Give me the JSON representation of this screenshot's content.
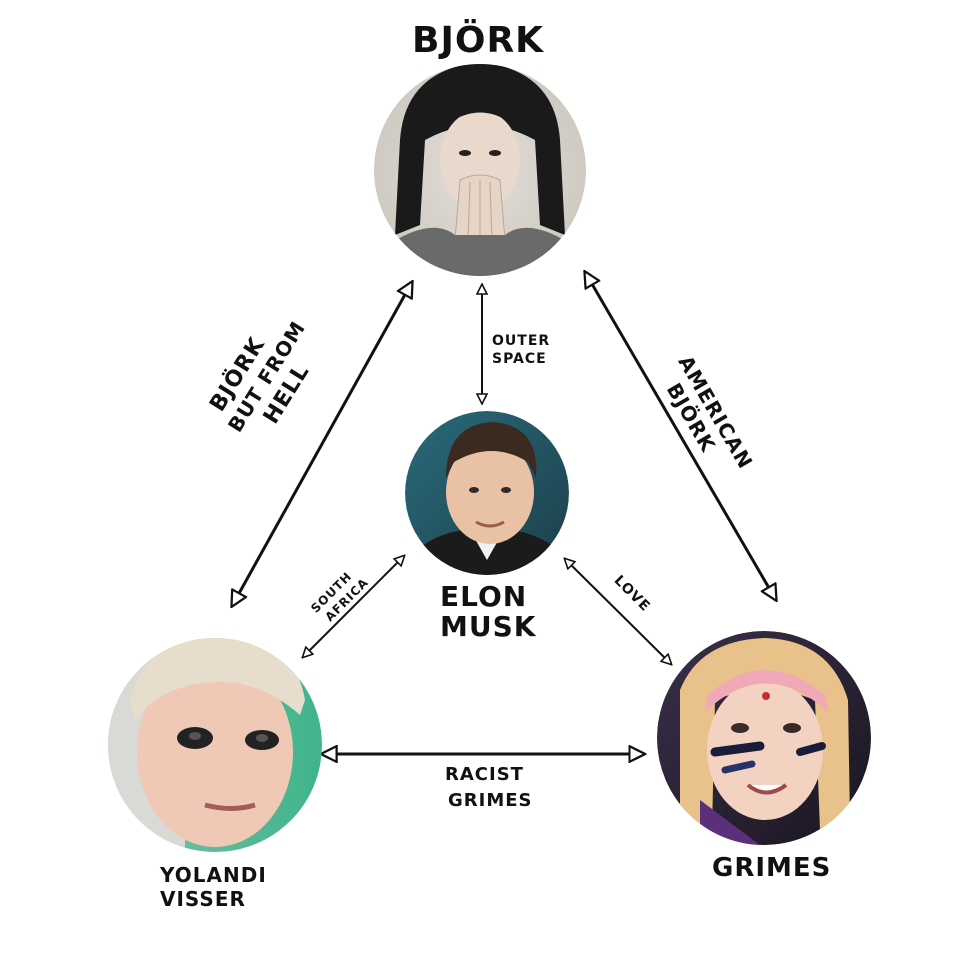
{
  "nodes": {
    "bjork": {
      "name": "BJÖRK"
    },
    "elon": {
      "name_line1": "ELON",
      "name_line2": "MUSK"
    },
    "yolandi": {
      "name_line1": "YOLANDI",
      "name_line2": "VISSER"
    },
    "grimes": {
      "name": "GRIMES"
    }
  },
  "edges": {
    "bjork_elon": {
      "line1": "OUTER",
      "line2": "SPACE"
    },
    "bjork_yolandi": {
      "line1": "BJÖRK",
      "line2": "BUT FROM",
      "line3": "HELL"
    },
    "bjork_grimes": {
      "line1": "AMERICAN",
      "line2": "BJÖRK"
    },
    "elon_yolandi": {
      "line1": "SOUTH",
      "line2": "AFRICA"
    },
    "elon_grimes": {
      "label": "LOVE"
    },
    "yolandi_grimes": {
      "line1": "RACIST",
      "line2": "GRIMES"
    }
  }
}
